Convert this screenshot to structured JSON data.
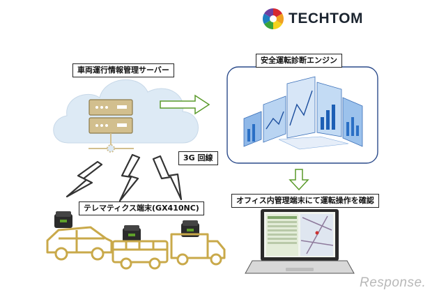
{
  "brand": {
    "name": "TECHTOM",
    "logo_icon": "techtom-swirl-logo-icon"
  },
  "server": {
    "label": "車両運行情報管理サーバー",
    "icon": "server-rack-icon"
  },
  "engine": {
    "label": "安全運転診断エンジン",
    "icon": "analytics-visualization-icon"
  },
  "network": {
    "label": "3G 回線",
    "icon": "lightning-bolt-icon"
  },
  "terminal": {
    "label": "テレマティクス端末(GX410NC)",
    "icon": "telematics-device-icon"
  },
  "office": {
    "label": "オフィス内管理端末にて運転操作を確認",
    "icon": "laptop-icon"
  },
  "vehicles": [
    "car-icon",
    "bus-icon",
    "truck-icon"
  ],
  "watermark": "Response.",
  "colors": {
    "cloud": "#ddeaf5",
    "server": "#d2bf8e",
    "vehicle": "#c9a94a",
    "arrow": "#5a9a2a"
  }
}
